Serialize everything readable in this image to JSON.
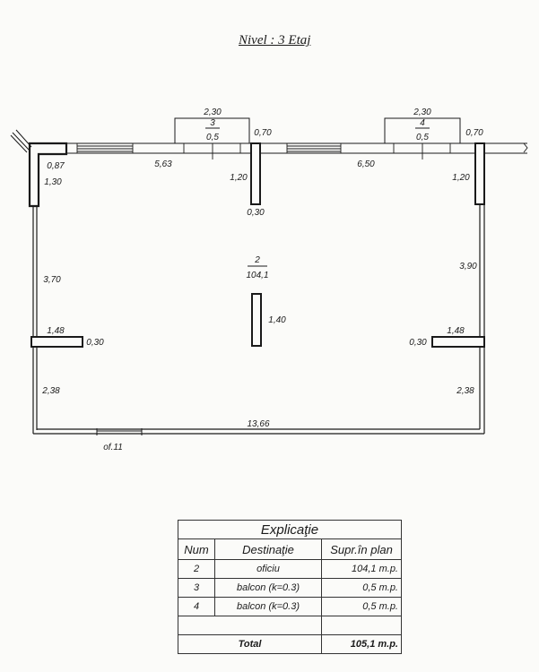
{
  "title": "Nivel : 3 Etaj",
  "plan": {
    "room_number": "2",
    "room_area": "104,1",
    "balcony_3": {
      "width": "2,30",
      "number": "3",
      "area": "0,5"
    },
    "balcony_4": {
      "width": "2,30",
      "number": "4",
      "area": "0,5"
    },
    "dims": {
      "corner_width": "0,87",
      "corner_length": "1,30",
      "top_left_segment": "5,63",
      "top_right_segment": "6,50",
      "pillar_left_width": "0,70",
      "pillar_left_length": "1,20",
      "pillar_left_thickness": "0,30",
      "pillar_right_width": "0,70",
      "pillar_right_length": "1,20",
      "center_pillar_length": "1,40",
      "left_upper": "3,70",
      "right_upper": "3,90",
      "left_stub_length": "1,48",
      "left_stub_thickness": "0,30",
      "right_stub_length": "1,48",
      "right_stub_thickness": "0,30",
      "left_lower": "2,38",
      "right_lower": "2,38",
      "bottom": "13,66",
      "door": "of.11"
    }
  },
  "table": {
    "title": "Explicaţie",
    "headers": [
      "Num",
      "Destinaţie",
      "Supr.în plan"
    ],
    "rows": [
      {
        "num": "2",
        "dest": "oficiu",
        "area": "104,1 m.p."
      },
      {
        "num": "3",
        "dest": "balcon (k=0.3)",
        "area": "0,5 m.p."
      },
      {
        "num": "4",
        "dest": "balcon (k=0.3)",
        "area": "0,5 m.p."
      }
    ],
    "total_label": "Total",
    "total_value": "105,1 m.p."
  }
}
